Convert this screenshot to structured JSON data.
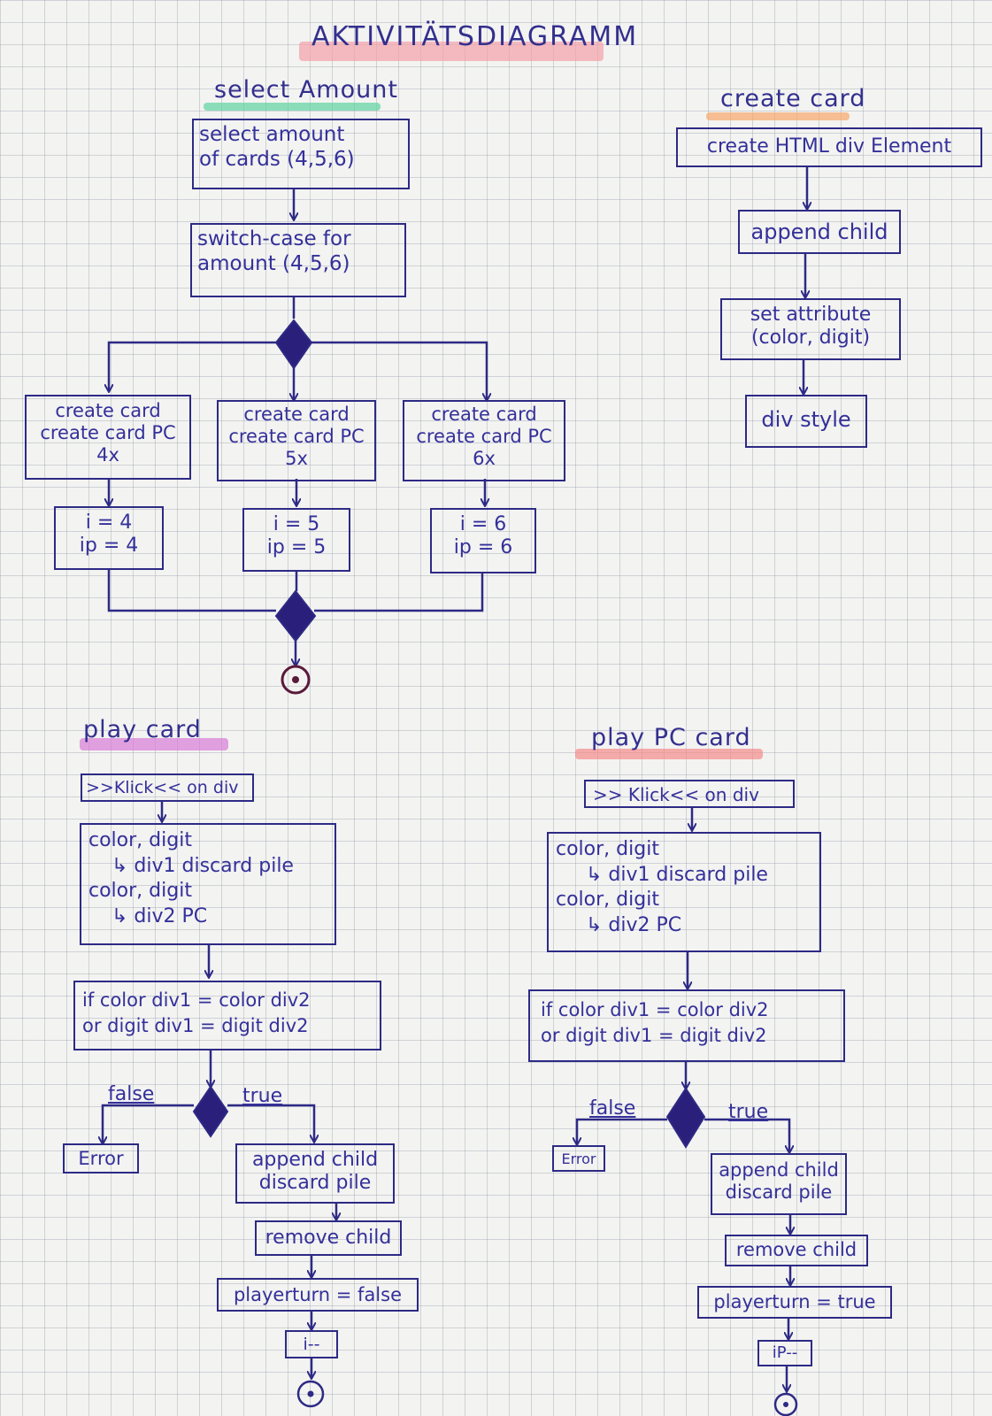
{
  "title": "AKTIVITÄTSDIAGRAMM",
  "colors": {
    "ink": "#2d2a85",
    "title_highlight": "#f2a0a8",
    "select_highlight": "#5cd3a0",
    "create_highlight": "#f6a76a",
    "play_highlight": "#d77ad6",
    "pc_highlight": "#f48a8a"
  },
  "select_amount": {
    "heading": "select Amount",
    "select_box": [
      "select amount",
      "of cards (4,5,6)"
    ],
    "switch_box": [
      "switch-case for",
      "amount (4,5,6)"
    ],
    "branches": [
      {
        "lines": [
          "create card",
          "create card PC",
          "4x"
        ],
        "vars": [
          "i = 4",
          "ip = 4"
        ]
      },
      {
        "lines": [
          "create card",
          "create card PC",
          "5x"
        ],
        "vars": [
          "i = 5",
          "ip = 5"
        ]
      },
      {
        "lines": [
          "create card",
          "create card PC",
          "6x"
        ],
        "vars": [
          "i = 6",
          "ip = 6"
        ]
      }
    ]
  },
  "create_card": {
    "heading": "create card",
    "steps": [
      [
        "create HTML div Element"
      ],
      [
        "append child"
      ],
      [
        "set attribute",
        "(color, digit)"
      ],
      [
        "div style"
      ]
    ]
  },
  "play_card": {
    "heading": "play card",
    "click": ">>Klick<< on div",
    "assign": [
      "color, digit",
      "↳ div1 discard pile",
      "color, digit",
      "↳ div2 PC"
    ],
    "condition": [
      "if color div1 = color div2",
      "or digit div1 = digit div2"
    ],
    "false_label": "false",
    "true_label": "true",
    "error": "Error",
    "steps": [
      [
        "append child",
        "discard pile"
      ],
      [
        "remove child"
      ],
      [
        "playerturn = false"
      ],
      [
        "i--"
      ]
    ]
  },
  "play_pc_card": {
    "heading": "play PC card",
    "click": ">> Klick<< on div",
    "assign": [
      "color, digit",
      "↳ div1 discard pile",
      "color, digit",
      "↳ div2 PC"
    ],
    "condition": [
      "if color div1 = color div2",
      "or digit div1 = digit div2"
    ],
    "false_label": "false",
    "true_label": "true",
    "error": "Error",
    "steps": [
      [
        "append child",
        "discard pile"
      ],
      [
        "remove child"
      ],
      [
        "playerturn = true"
      ],
      [
        "iP--"
      ]
    ]
  }
}
